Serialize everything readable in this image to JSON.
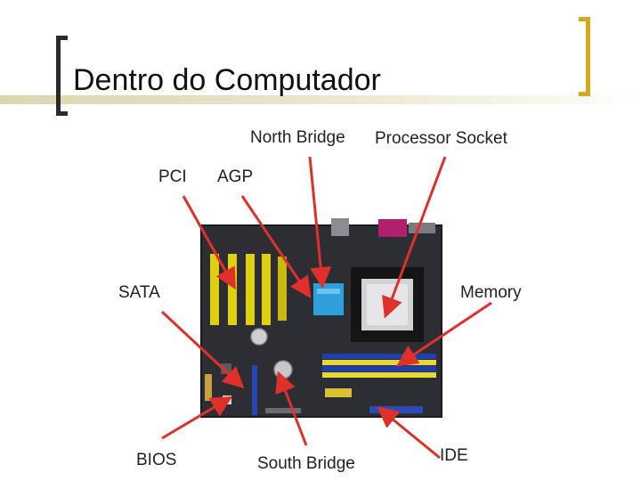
{
  "slide": {
    "title": "Dentro do Computador"
  },
  "labels": {
    "north_bridge": "North Bridge",
    "processor_socket": "Processor Socket",
    "pci": "PCI",
    "agp": "AGP",
    "sata": "SATA",
    "memory": "Memory",
    "bios": "BIOS",
    "south_bridge": "South Bridge",
    "ide": "IDE"
  },
  "colors": {
    "arrow": "#e0302a",
    "bracket_left": "#2a2a2a",
    "bracket_right": "#d4aa1c"
  }
}
